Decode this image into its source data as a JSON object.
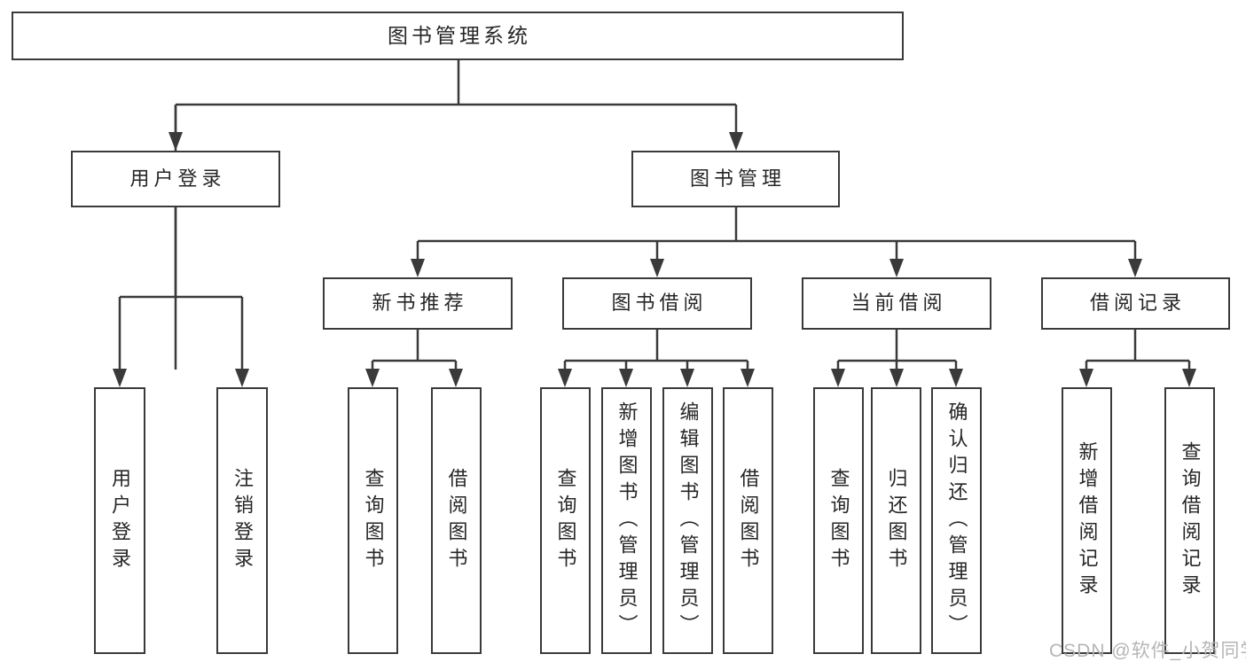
{
  "nodes": {
    "root": "图书管理系统",
    "user_login_branch": "用户登录",
    "book_management_branch": "图书管理",
    "new_book_recommend": "新书推荐",
    "book_borrow": "图书借阅",
    "current_borrow": "当前借阅",
    "borrow_record": "借阅记录",
    "leaf_user_login": "用户登录",
    "leaf_logout": "注销登录",
    "leaf_newbook_query_book": "查询图书",
    "leaf_newbook_borrow_book": "借阅图书",
    "leaf_bookborrow_query_book": "查询图书",
    "leaf_bookborrow_add_book_admin": "新增图书（管理员）",
    "leaf_bookborrow_edit_book_admin": "编辑图书（管理员）",
    "leaf_bookborrow_borrow_book": "借阅图书",
    "leaf_current_query_book": "查询图书",
    "leaf_current_return_book": "归还图书",
    "leaf_current_confirm_return_admin": "确认归还（管理员）",
    "leaf_record_add_record": "新增借阅记录",
    "leaf_record_query_record": "查询借阅记录"
  },
  "watermark": "CSDN @软件_小贺同学",
  "colors": {
    "line": "#3a3a3a",
    "text": "#262626",
    "background": "#ffffff",
    "watermark": "#b5b5b5"
  }
}
